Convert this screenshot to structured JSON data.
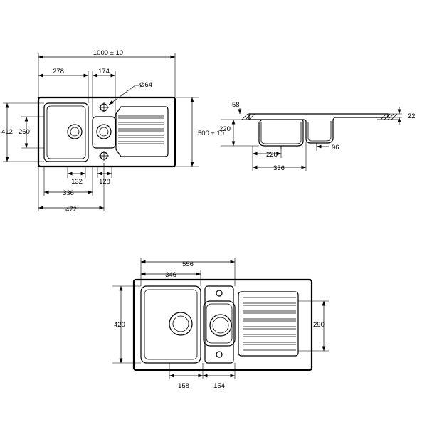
{
  "drawing": {
    "top_view": {
      "overall_length": "1000 ± 10",
      "overall_depth": "500 ± 10",
      "main_bowl_width": "278",
      "half_bowl_offset": "174",
      "tap_hole": "Ø64",
      "outer_height": "412",
      "bowl_height": "260",
      "waste_spacing": "132",
      "half_bowl_width": "128",
      "bowls_width": "336",
      "to_drainer": "472"
    },
    "section_view": {
      "rim_height": "58",
      "bowl_depth": "220",
      "top_thickness": "22",
      "main_bowl_base": "228",
      "half_bowl_base": "96",
      "section_width": "336"
    },
    "cutout_view": {
      "cutout_width": "556",
      "bowl_cutout": "346",
      "cutout_depth": "420",
      "drainer_depth": "290",
      "main_waste": "158",
      "half_waste": "154"
    }
  }
}
